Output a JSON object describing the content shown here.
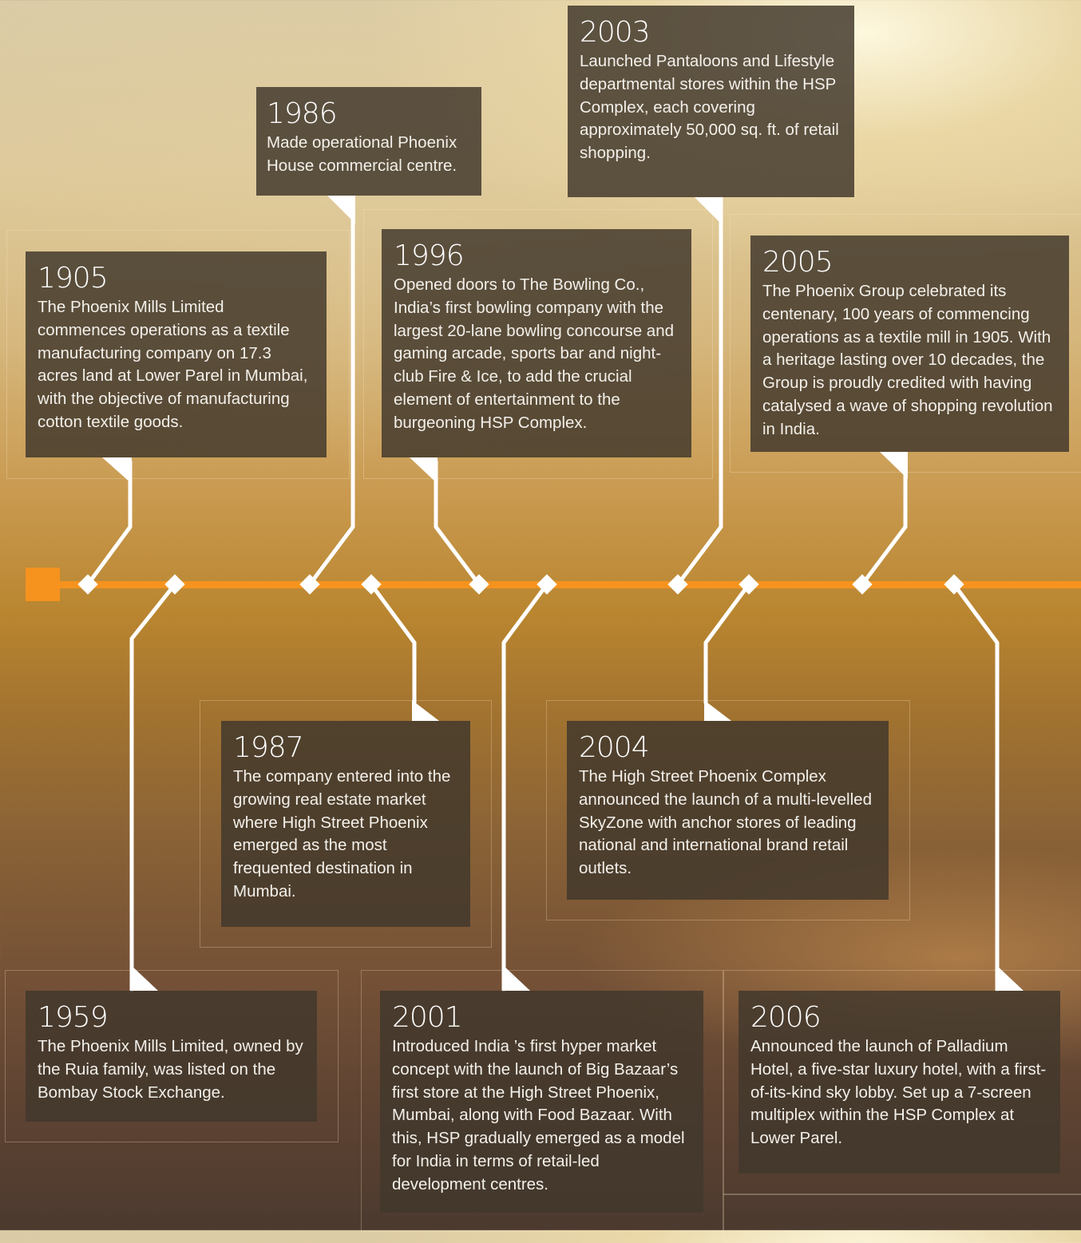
{
  "timeline": {
    "accent_color": "#f5931e",
    "line_color": "#ffffff",
    "events": [
      {
        "year": "1905",
        "description": "The Phoenix Mills Limited commences operations as a textile manufacturing company on 17.3 acres land at Lower Parel in Mumbai, with the objective of manufacturing cotton textile goods."
      },
      {
        "year": "1959",
        "description": "The Phoenix Mills Limited, owned by the Ruia family, was listed on the Bombay Stock Exchange."
      },
      {
        "year": "1986",
        "description": "Made operational Phoenix House commercial centre."
      },
      {
        "year": "1987",
        "description": "The company entered into the growing real estate market where High Street Phoenix emerged as the most frequented destination in Mumbai."
      },
      {
        "year": "1996",
        "description": "Opened doors to The Bowling Co., India’s first bowling company with the largest 20-lane bowling concourse and gaming arcade, sports bar and night-club Fire & Ice, to add the crucial element of entertainment to the burgeoning HSP Complex."
      },
      {
        "year": "2001",
        "description": "Introduced India ’s first hyper market concept with the launch of Big Bazaar’s first store at the High Street Phoenix, Mumbai, along with Food Bazaar. With this, HSP gradually emerged as a model for India in terms of retail-led development centres."
      },
      {
        "year": "2003",
        "description": "Launched Pantaloons and Lifestyle departmental stores within the HSP Complex, each covering approximately 50,000 sq. ft. of retail shopping."
      },
      {
        "year": "2004",
        "description": "The High Street Phoenix Complex announced the launch of a multi-levelled SkyZone with anchor stores of leading national and international brand retail outlets."
      },
      {
        "year": "2005",
        "description": "The Phoenix Group celebrated its centenary, 100 years of commencing operations as a textile mill in 1905. With a heritage lasting over 10 decades, the Group is proudly credited with having catalysed a wave of shopping revolution in India."
      },
      {
        "year": "2006",
        "description": "Announced the launch of Palladium Hotel, a five-star luxury hotel, with a first-of-its-kind sky lobby. Set up a 7-screen multiplex within the HSP Complex at Lower Parel."
      }
    ]
  }
}
